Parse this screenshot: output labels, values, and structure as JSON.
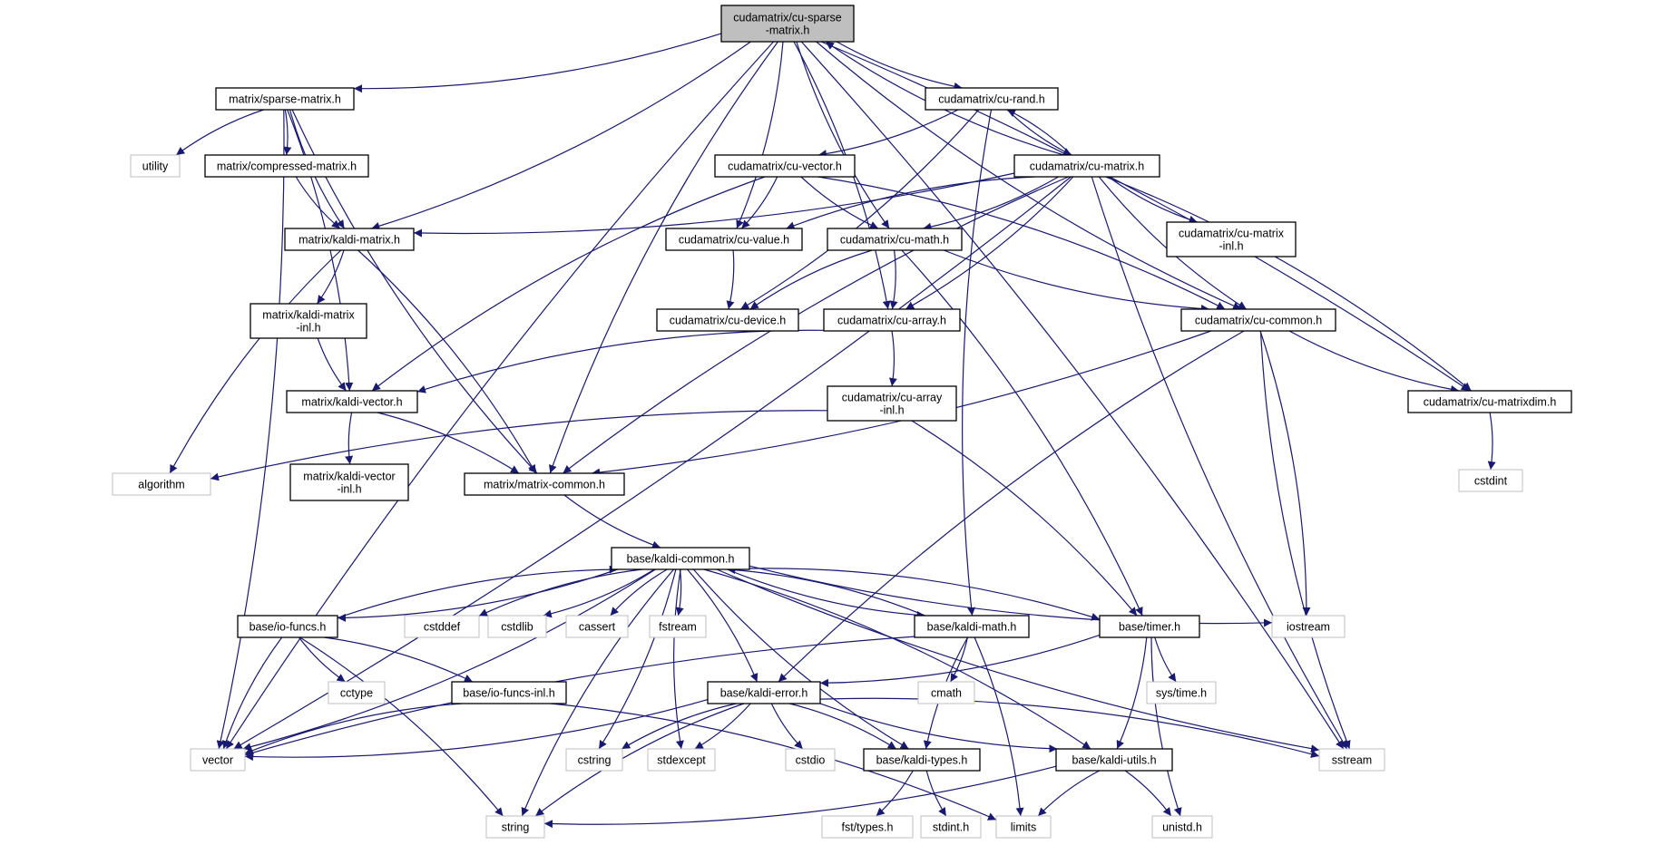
{
  "colors": {
    "edge": "#191970",
    "root_fill": "#bfbfbf",
    "node_border": "#000000",
    "system_border": "#bfbfbf",
    "system_text": "#666666",
    "background": "#ffffff"
  },
  "nodes": [
    {
      "id": "root",
      "lines": [
        "cudamatrix/cu-sparse",
        "-matrix.h"
      ],
      "kind": "root"
    },
    {
      "id": "sparse_matrix",
      "lines": [
        "matrix/sparse-matrix.h"
      ],
      "kind": "file"
    },
    {
      "id": "cu_rand",
      "lines": [
        "cudamatrix/cu-rand.h"
      ],
      "kind": "file"
    },
    {
      "id": "utility",
      "lines": [
        "utility"
      ],
      "kind": "system"
    },
    {
      "id": "compressed_matrix",
      "lines": [
        "matrix/compressed-matrix.h"
      ],
      "kind": "file"
    },
    {
      "id": "cu_vector",
      "lines": [
        "cudamatrix/cu-vector.h"
      ],
      "kind": "file"
    },
    {
      "id": "cu_matrix",
      "lines": [
        "cudamatrix/cu-matrix.h"
      ],
      "kind": "file"
    },
    {
      "id": "kaldi_matrix",
      "lines": [
        "matrix/kaldi-matrix.h"
      ],
      "kind": "file"
    },
    {
      "id": "cu_value",
      "lines": [
        "cudamatrix/cu-value.h"
      ],
      "kind": "file"
    },
    {
      "id": "cu_math",
      "lines": [
        "cudamatrix/cu-math.h"
      ],
      "kind": "file"
    },
    {
      "id": "cu_matrix_inl",
      "lines": [
        "cudamatrix/cu-matrix",
        "-inl.h"
      ],
      "kind": "file"
    },
    {
      "id": "kaldi_matrix_inl",
      "lines": [
        "matrix/kaldi-matrix",
        "-inl.h"
      ],
      "kind": "file"
    },
    {
      "id": "cu_device",
      "lines": [
        "cudamatrix/cu-device.h"
      ],
      "kind": "file"
    },
    {
      "id": "cu_array",
      "lines": [
        "cudamatrix/cu-array.h"
      ],
      "kind": "file"
    },
    {
      "id": "cu_common",
      "lines": [
        "cudamatrix/cu-common.h"
      ],
      "kind": "file"
    },
    {
      "id": "kaldi_vector",
      "lines": [
        "matrix/kaldi-vector.h"
      ],
      "kind": "file"
    },
    {
      "id": "cu_array_inl",
      "lines": [
        "cudamatrix/cu-array",
        "-inl.h"
      ],
      "kind": "file"
    },
    {
      "id": "cu_matrixdim",
      "lines": [
        "cudamatrix/cu-matrixdim.h"
      ],
      "kind": "file"
    },
    {
      "id": "algorithm",
      "lines": [
        "algorithm"
      ],
      "kind": "system"
    },
    {
      "id": "kaldi_vector_inl",
      "lines": [
        "matrix/kaldi-vector",
        "-inl.h"
      ],
      "kind": "file"
    },
    {
      "id": "matrix_common",
      "lines": [
        "matrix/matrix-common.h"
      ],
      "kind": "file"
    },
    {
      "id": "cstdint",
      "lines": [
        "cstdint"
      ],
      "kind": "system"
    },
    {
      "id": "kaldi_common",
      "lines": [
        "base/kaldi-common.h"
      ],
      "kind": "file"
    },
    {
      "id": "io_funcs",
      "lines": [
        "base/io-funcs.h"
      ],
      "kind": "file"
    },
    {
      "id": "cstddef",
      "lines": [
        "cstddef"
      ],
      "kind": "system"
    },
    {
      "id": "cstdlib",
      "lines": [
        "cstdlib"
      ],
      "kind": "system"
    },
    {
      "id": "cassert",
      "lines": [
        "cassert"
      ],
      "kind": "system"
    },
    {
      "id": "fstream",
      "lines": [
        "fstream"
      ],
      "kind": "system"
    },
    {
      "id": "kaldi_math",
      "lines": [
        "base/kaldi-math.h"
      ],
      "kind": "file"
    },
    {
      "id": "timer",
      "lines": [
        "base/timer.h"
      ],
      "kind": "file"
    },
    {
      "id": "iostream",
      "lines": [
        "iostream"
      ],
      "kind": "system"
    },
    {
      "id": "cctype",
      "lines": [
        "cctype"
      ],
      "kind": "system"
    },
    {
      "id": "io_funcs_inl",
      "lines": [
        "base/io-funcs-inl.h"
      ],
      "kind": "file"
    },
    {
      "id": "kaldi_error",
      "lines": [
        "base/kaldi-error.h"
      ],
      "kind": "file"
    },
    {
      "id": "cmath",
      "lines": [
        "cmath"
      ],
      "kind": "system"
    },
    {
      "id": "sys_time",
      "lines": [
        "sys/time.h"
      ],
      "kind": "system"
    },
    {
      "id": "vector",
      "lines": [
        "vector"
      ],
      "kind": "system"
    },
    {
      "id": "cstring",
      "lines": [
        "cstring"
      ],
      "kind": "system"
    },
    {
      "id": "stdexcept",
      "lines": [
        "stdexcept"
      ],
      "kind": "system"
    },
    {
      "id": "cstdio",
      "lines": [
        "cstdio"
      ],
      "kind": "system"
    },
    {
      "id": "kaldi_types",
      "lines": [
        "base/kaldi-types.h"
      ],
      "kind": "file"
    },
    {
      "id": "kaldi_utils",
      "lines": [
        "base/kaldi-utils.h"
      ],
      "kind": "file"
    },
    {
      "id": "sstream",
      "lines": [
        "sstream"
      ],
      "kind": "system"
    },
    {
      "id": "string",
      "lines": [
        "string"
      ],
      "kind": "system"
    },
    {
      "id": "fst_types",
      "lines": [
        "fst/types.h"
      ],
      "kind": "system"
    },
    {
      "id": "stdint",
      "lines": [
        "stdint.h"
      ],
      "kind": "system"
    },
    {
      "id": "limits",
      "lines": [
        "limits"
      ],
      "kind": "system"
    },
    {
      "id": "unistd",
      "lines": [
        "unistd.h"
      ],
      "kind": "system"
    }
  ],
  "edges": [
    [
      "root",
      "sparse_matrix"
    ],
    [
      "root",
      "cu_rand"
    ],
    [
      "root",
      "kaldi_matrix"
    ],
    [
      "root",
      "matrix_common"
    ],
    [
      "root",
      "cu_value"
    ],
    [
      "root",
      "cu_math"
    ],
    [
      "root",
      "cu_array"
    ],
    [
      "root",
      "cu_common"
    ],
    [
      "root",
      "cu_matrixdim"
    ],
    [
      "root",
      "vector"
    ],
    [
      "root",
      "sstream"
    ],
    [
      "sparse_matrix",
      "utility"
    ],
    [
      "sparse_matrix",
      "compressed_matrix"
    ],
    [
      "sparse_matrix",
      "kaldi_matrix"
    ],
    [
      "sparse_matrix",
      "kaldi_vector"
    ],
    [
      "sparse_matrix",
      "matrix_common"
    ],
    [
      "sparse_matrix",
      "vector"
    ],
    [
      "compressed_matrix",
      "kaldi_matrix"
    ],
    [
      "cu_rand",
      "cu_vector"
    ],
    [
      "cu_rand",
      "cu_matrix"
    ],
    [
      "cu_rand",
      "cu_device"
    ],
    [
      "cu_rand",
      "kaldi_math"
    ],
    [
      "cu_vector",
      "cu_value"
    ],
    [
      "cu_vector",
      "cu_math"
    ],
    [
      "cu_vector",
      "cu_common"
    ],
    [
      "cu_vector",
      "kaldi_vector"
    ],
    [
      "cu_matrix",
      "root"
    ],
    [
      "cu_matrix",
      "cu_rand"
    ],
    [
      "cu_matrix",
      "kaldi_matrix"
    ],
    [
      "cu_matrix",
      "cu_value"
    ],
    [
      "cu_matrix",
      "cu_math"
    ],
    [
      "cu_matrix",
      "cu_matrix_inl"
    ],
    [
      "cu_matrix",
      "cu_array"
    ],
    [
      "cu_matrix",
      "cu_common"
    ],
    [
      "cu_matrix",
      "cu_matrixdim"
    ],
    [
      "cu_matrix",
      "matrix_common"
    ],
    [
      "cu_matrix",
      "vector"
    ],
    [
      "cu_matrix",
      "sstream"
    ],
    [
      "kaldi_matrix",
      "kaldi_matrix_inl"
    ],
    [
      "kaldi_matrix",
      "algorithm"
    ],
    [
      "kaldi_matrix",
      "matrix_common"
    ],
    [
      "kaldi_matrix_inl",
      "kaldi_vector"
    ],
    [
      "cu_value",
      "cu_device"
    ],
    [
      "cu_math",
      "cu_device"
    ],
    [
      "cu_math",
      "cu_array"
    ],
    [
      "cu_math",
      "cu_common"
    ],
    [
      "cu_math",
      "timer"
    ],
    [
      "cu_array",
      "kaldi_vector"
    ],
    [
      "cu_array",
      "cu_array_inl"
    ],
    [
      "cu_array_inl",
      "algorithm"
    ],
    [
      "cu_array_inl",
      "timer"
    ],
    [
      "cu_common",
      "cu_matrixdim"
    ],
    [
      "cu_common",
      "matrix_common"
    ],
    [
      "cu_common",
      "kaldi_error"
    ],
    [
      "cu_common",
      "iostream"
    ],
    [
      "cu_common",
      "sstream"
    ],
    [
      "cu_matrixdim",
      "cstdint"
    ],
    [
      "kaldi_vector",
      "kaldi_vector_inl"
    ],
    [
      "kaldi_vector",
      "matrix_common"
    ],
    [
      "matrix_common",
      "kaldi_common"
    ],
    [
      "kaldi_common",
      "io_funcs"
    ],
    [
      "kaldi_common",
      "cstddef"
    ],
    [
      "kaldi_common",
      "cstdlib"
    ],
    [
      "kaldi_common",
      "cassert"
    ],
    [
      "kaldi_common",
      "fstream"
    ],
    [
      "kaldi_common",
      "kaldi_math"
    ],
    [
      "kaldi_common",
      "timer"
    ],
    [
      "kaldi_common",
      "iostream"
    ],
    [
      "kaldi_common",
      "kaldi_error"
    ],
    [
      "kaldi_common",
      "kaldi_types"
    ],
    [
      "kaldi_common",
      "kaldi_utils"
    ],
    [
      "kaldi_common",
      "sstream"
    ],
    [
      "kaldi_common",
      "vector"
    ],
    [
      "kaldi_common",
      "string"
    ],
    [
      "kaldi_common",
      "cstring"
    ],
    [
      "kaldi_common",
      "stdexcept"
    ],
    [
      "io_funcs",
      "kaldi_common"
    ],
    [
      "io_funcs",
      "cctype"
    ],
    [
      "io_funcs",
      "io_funcs_inl"
    ],
    [
      "io_funcs",
      "vector"
    ],
    [
      "io_funcs",
      "string"
    ],
    [
      "io_funcs_inl",
      "vector"
    ],
    [
      "io_funcs_inl",
      "limits"
    ],
    [
      "kaldi_math",
      "kaldi_common"
    ],
    [
      "kaldi_math",
      "cmath"
    ],
    [
      "kaldi_math",
      "kaldi_types"
    ],
    [
      "kaldi_math",
      "limits"
    ],
    [
      "kaldi_math",
      "vector"
    ],
    [
      "timer",
      "kaldi_error"
    ],
    [
      "timer",
      "sys_time"
    ],
    [
      "timer",
      "kaldi_utils"
    ],
    [
      "timer",
      "unistd"
    ],
    [
      "kaldi_error",
      "vector"
    ],
    [
      "kaldi_error",
      "cstring"
    ],
    [
      "kaldi_error",
      "stdexcept"
    ],
    [
      "kaldi_error",
      "cstdio"
    ],
    [
      "kaldi_error",
      "kaldi_types"
    ],
    [
      "kaldi_error",
      "kaldi_utils"
    ],
    [
      "kaldi_error",
      "sstream"
    ],
    [
      "kaldi_error",
      "string"
    ],
    [
      "kaldi_types",
      "fst_types"
    ],
    [
      "kaldi_types",
      "stdint"
    ],
    [
      "kaldi_utils",
      "string"
    ],
    [
      "kaldi_utils",
      "limits"
    ],
    [
      "kaldi_utils",
      "unistd"
    ]
  ]
}
